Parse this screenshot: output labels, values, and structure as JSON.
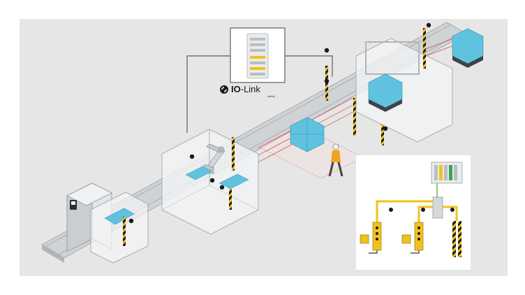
{
  "brand": {
    "name": "IO-Link",
    "name_prefix": "IO",
    "name_suffix": "-Link",
    "subtitle": "safety",
    "icon": "io-link-logo-icon"
  },
  "colors": {
    "background_panel": "#e6e6e6",
    "safety_yellow": "#f2c21b",
    "beam_red": "#e23b3b",
    "package_blue": "#5fc3e0",
    "enclosure": "#f4f5f6",
    "wire_black": "#222222",
    "io_green": "#3fa34d"
  },
  "icons": [
    "light-curtain-icon",
    "safety-switch-icon",
    "connector-icon",
    "robot-arm-icon",
    "worker-icon",
    "pallet-icon",
    "control-cabinet-icon"
  ]
}
